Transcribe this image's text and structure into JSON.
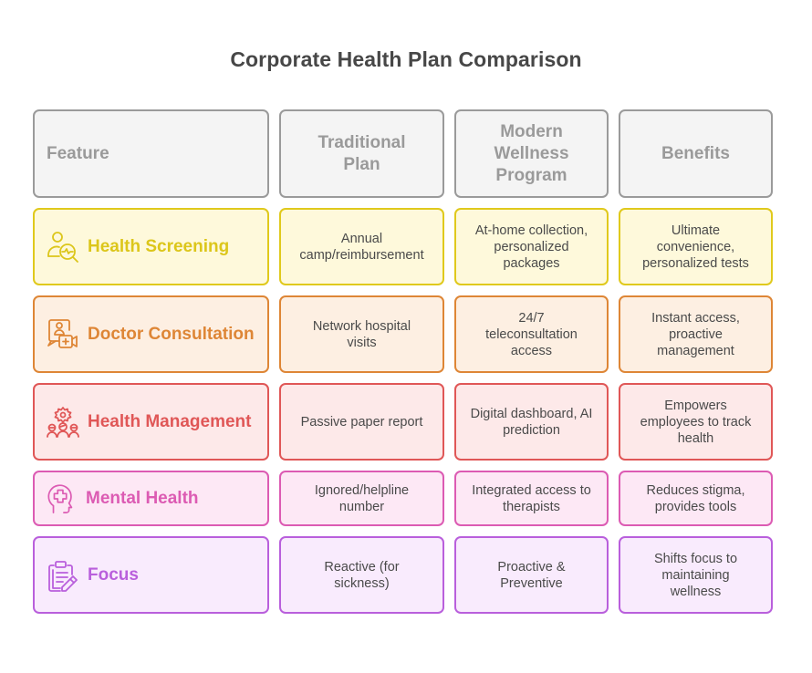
{
  "title": "Corporate Health Plan Comparison",
  "header": {
    "feature": "Feature",
    "traditional": "Traditional\nPlan",
    "modern": "Modern\nWellness\nProgram",
    "benefits": "Benefits"
  },
  "colors": {
    "header_bg": "#f4f4f4",
    "header_border": "#9a9a9a",
    "yellow": "#e0c91c",
    "orange": "#de8636",
    "red": "#e05757",
    "pink": "#dc5bb3",
    "purple": "#b95fdc"
  },
  "rows": [
    {
      "feature": "Health Screening",
      "icon": "person-health-search-icon",
      "traditional": "Annual\ncamp/reimbursement",
      "modern": "At-home collection,\npersonalized\npackages",
      "benefits": "Ultimate\nconvenience,\npersonalized tests"
    },
    {
      "feature": "Doctor Consultation",
      "icon": "video-doctor-consult-icon",
      "traditional": "Network hospital\nvisits",
      "modern": "24/7\nteleconsultation\naccess",
      "benefits": "Instant access,\nproactive\nmanagement"
    },
    {
      "feature": "Health Management",
      "icon": "team-gear-icon",
      "traditional": "Passive paper report",
      "modern": "Digital dashboard, AI\nprediction",
      "benefits": "Empowers\nemployees to track\nhealth"
    },
    {
      "feature": "Mental Health",
      "icon": "head-medical-cross-icon",
      "traditional": "Ignored/helpline\nnumber",
      "modern": "Integrated access to\ntherapists",
      "benefits": "Reduces stigma,\nprovides tools"
    },
    {
      "feature": "Focus",
      "icon": "clipboard-pencil-icon",
      "traditional": "Reactive (for\nsickness)",
      "modern": "Proactive &\nPreventive",
      "benefits": "Shifts focus to\nmaintaining\nwellness"
    }
  ]
}
